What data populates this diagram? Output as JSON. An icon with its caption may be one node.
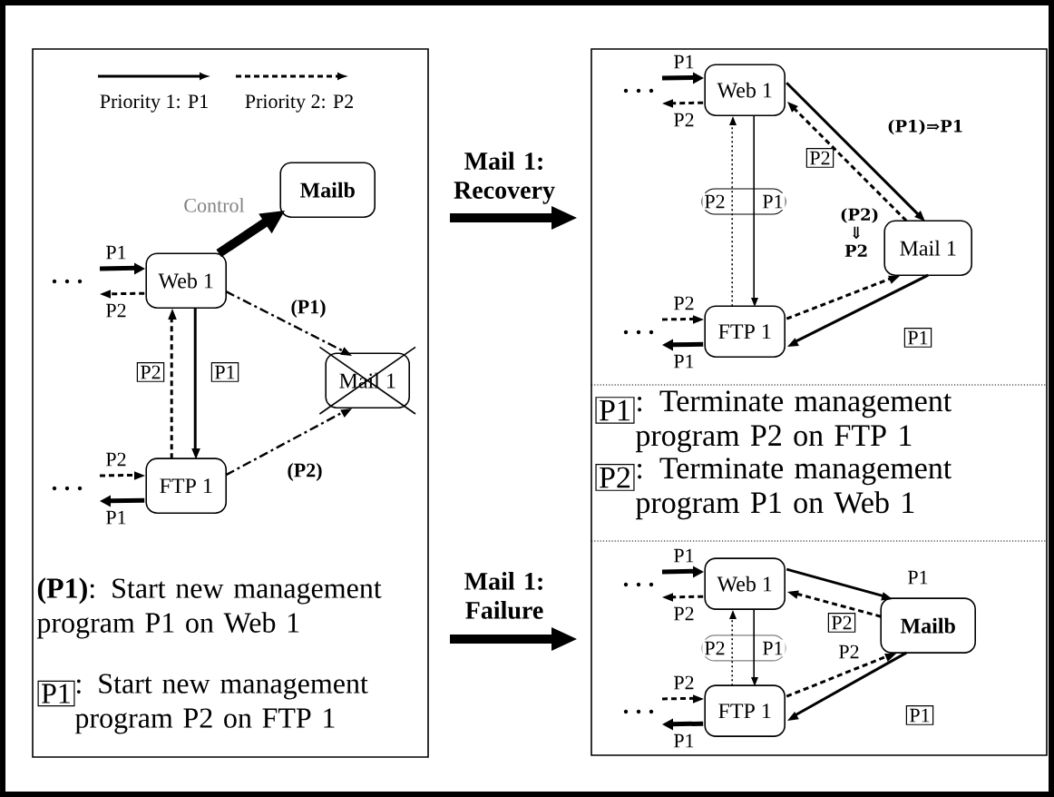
{
  "diagram": {
    "nodes": [
      {
        "text": [],
        "shape": "box"
      },
      {
        "text": [],
        "shape": "box"
      },
      {
        "text": [
          "Mailb"
        ],
        "in": 0
      },
      {
        "text": [
          "Web 1"
        ],
        "in": 0
      },
      {
        "text": [
          "Mail 1"
        ],
        "in": 0
      },
      {
        "text": [
          "FTP 1"
        ],
        "in": 0
      },
      {
        "text": [
          "Web 1"
        ],
        "in": 1
      },
      {
        "text": [
          "Mail 1"
        ],
        "in": 1
      },
      {
        "text": [
          "FTP 1"
        ],
        "in": 1
      },
      {
        "text": [
          "Web 1"
        ],
        "in": 1
      },
      {
        "text": [
          "Mailb"
        ],
        "in": 1
      },
      {
        "text": [
          "FTP 1"
        ],
        "in": 1
      }
    ],
    "edges": [
      {
        "from": 3,
        "to": 2,
        "arrow": "to",
        "label": "Control",
        "style": "thick"
      },
      {
        "from": 3,
        "to": 4,
        "arrow": "to",
        "label": "(P1)",
        "style": "dashed"
      },
      {
        "from": 5,
        "to": 4,
        "arrow": "to",
        "label": "(P2)",
        "style": "dashed"
      },
      {
        "from": 5,
        "to": 3,
        "arrow": "to",
        "label": "P2",
        "style": "dashed"
      },
      {
        "from": 3,
        "to": 5,
        "arrow": "to",
        "label": "P1"
      },
      {
        "from": null,
        "to": 3,
        "arrow": "to",
        "label": "P1"
      },
      {
        "from": 3,
        "to": null,
        "arrow": "to",
        "label": "P2",
        "style": "dashed"
      },
      {
        "from": null,
        "to": 5,
        "arrow": "to",
        "label": "P2",
        "style": "dashed"
      },
      {
        "from": 5,
        "to": null,
        "arrow": "to",
        "label": "P1"
      },
      {
        "from": 6,
        "to": 7,
        "arrow": "to",
        "label": "(P1)⇒P1"
      },
      {
        "from": 7,
        "to": 6,
        "arrow": "to",
        "label": "P2",
        "style": "dashed"
      },
      {
        "from": 8,
        "to": 7,
        "arrow": "to",
        "label": "(P2) ⇓ P2",
        "style": "dashed"
      },
      {
        "from": 7,
        "to": 8,
        "arrow": "to",
        "label": "P1"
      },
      {
        "from": 6,
        "to": 8,
        "arrow": "to",
        "label": "P1"
      },
      {
        "from": 8,
        "to": 6,
        "arrow": "to",
        "label": "P2",
        "style": "dashed"
      },
      {
        "from": null,
        "to": 6,
        "arrow": "to",
        "label": "P1"
      },
      {
        "from": 6,
        "to": null,
        "arrow": "to",
        "label": "P2",
        "style": "dashed"
      },
      {
        "from": null,
        "to": 8,
        "arrow": "to",
        "label": "P2",
        "style": "dashed"
      },
      {
        "from": 8,
        "to": null,
        "arrow": "to",
        "label": "P1"
      },
      {
        "from": 9,
        "to": 10,
        "arrow": "to",
        "label": "P1"
      },
      {
        "from": 10,
        "to": 9,
        "arrow": "to",
        "label": "P2",
        "style": "dashed"
      },
      {
        "from": 11,
        "to": 10,
        "arrow": "to",
        "label": "P2",
        "style": "dashed"
      },
      {
        "from": 10,
        "to": 11,
        "arrow": "to",
        "label": "P1"
      },
      {
        "from": 9,
        "to": 11,
        "arrow": "to",
        "label": "P1"
      },
      {
        "from": 11,
        "to": 9,
        "arrow": "to",
        "label": "P2",
        "style": "dashed"
      },
      {
        "from": null,
        "to": 9,
        "arrow": "to",
        "label": "P1"
      },
      {
        "from": 9,
        "to": null,
        "arrow": "to",
        "label": "P2",
        "style": "dashed"
      },
      {
        "from": null,
        "to": 11,
        "arrow": "to",
        "label": "P2",
        "style": "dashed"
      },
      {
        "from": 11,
        "to": null,
        "arrow": "to",
        "label": "P1"
      },
      {
        "from": 0,
        "to": 1,
        "arrow": "to",
        "label": "Mail 1: Recovery",
        "style": "thick"
      },
      {
        "from": 0,
        "to": 1,
        "arrow": "to",
        "label": "Mail 1: Failure",
        "style": "thick"
      }
    ],
    "labels": [
      "**(P1)**: Start new management program P1 on Web 1",
      "P1",
      ": Start new management program P2 on FTP 1",
      "P1",
      ": Terminate management program P2 on FTP 1",
      "P2",
      ": Terminate management program P1 on Web 1"
    ],
    "legend": [
      {
        "text": "Priority 1: P1"
      },
      {
        "text": "Priority 2: P2"
      }
    ]
  }
}
